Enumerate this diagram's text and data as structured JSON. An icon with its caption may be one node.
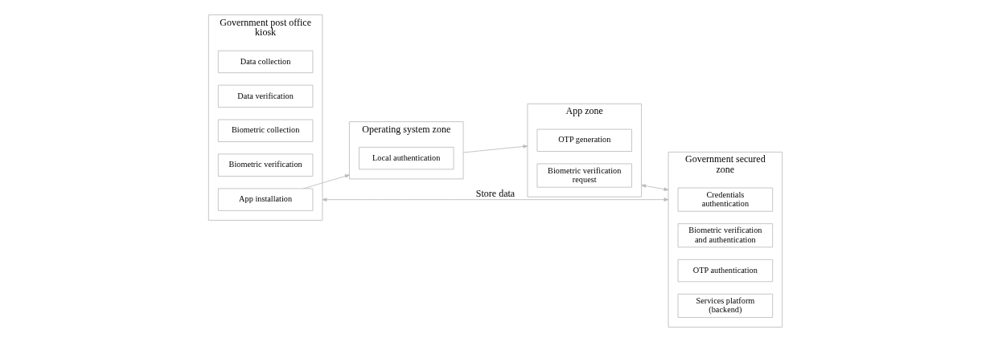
{
  "diagram": {
    "nodes": [
      {
        "text": [
          "Government post office kiosk"
        ]
      },
      {
        "text": [
          "Data collection"
        ],
        "in": 0
      },
      {
        "text": [
          "Data verification"
        ],
        "in": 0
      },
      {
        "text": [
          "Biometric collection"
        ],
        "in": 0
      },
      {
        "text": [
          "Biometric verification"
        ],
        "in": 0
      },
      {
        "text": [
          "App installation"
        ],
        "in": 0
      },
      {
        "text": [
          "Operating system zone"
        ]
      },
      {
        "text": [
          "Local authentication"
        ],
        "in": 6
      },
      {
        "text": [
          "App zone"
        ]
      },
      {
        "text": [
          "OTP generation"
        ],
        "in": 8
      },
      {
        "text": [
          "Biometric verification request"
        ],
        "in": 8
      },
      {
        "text": [
          "Government secured zone"
        ]
      },
      {
        "text": [
          "Credentials authentication"
        ],
        "in": 11
      },
      {
        "text": [
          "Biometric verification and authentication"
        ],
        "in": 11
      },
      {
        "text": [
          "OTP authentication"
        ],
        "in": 11
      },
      {
        "text": [
          "Services platform (backend)"
        ],
        "in": 11
      }
    ],
    "edges": [
      {
        "from": 5,
        "to": 6,
        "arrow": "to"
      },
      {
        "from": 6,
        "to": 8,
        "arrow": "to"
      },
      {
        "from": 8,
        "to": 11,
        "arrow": "both"
      },
      {
        "from": 0,
        "to": 11,
        "arrow": "both",
        "label": "Store data"
      }
    ]
  }
}
